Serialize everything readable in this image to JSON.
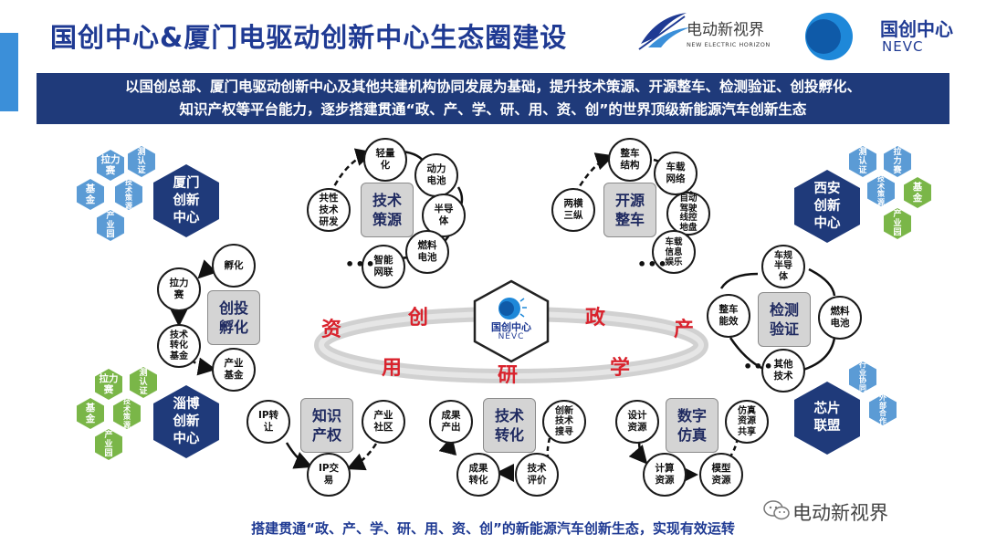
{
  "header": {
    "title": "国创中心&厦门电驱动创新中心生态圈建设",
    "banner_line1": "以国创总部、厦门电驱动创新中心及其他共建机构协同发展为基础，提升技术策源、开源整车、检测验证、创投孵化、",
    "banner_line2": "知识产权等平台能力，逐步搭建贯通“政、产、学、研、用、资、创”的世界顶级新能源汽车创新生态",
    "logo1_text": "电动新视界",
    "logo1_sub": "NEW ELECTRIC HORIZON",
    "logo2_cn": "国创中心",
    "logo2_en": "NEVC"
  },
  "center": {
    "cn": "国创中心",
    "en": "NEVC",
    "ring": {
      "zi": "资",
      "chuang": "创",
      "zheng": "政",
      "chan": "产",
      "yong": "用",
      "yan": "研",
      "xue": "学"
    }
  },
  "platforms": {
    "tech_source": {
      "title": "技术\n策源",
      "items": {
        "light": "轻量\n化",
        "battery": "动力\n电池",
        "semi": "半导\n体",
        "fuel": "燃料\n电池",
        "iot": "智能\n网联",
        "common": "共性\n技术\n研发"
      },
      "more": "•••"
    },
    "open_vehicle": {
      "title": "开源\n整车",
      "items": {
        "structure": "整车\n结构",
        "network": "车载\n网络",
        "autodrive": "自动\n驾驶\n线控\n地盘",
        "info": "车载\n信息\n娱乐",
        "twohoriz": "两横\n三纵"
      },
      "more": "•••"
    },
    "venture": {
      "title": "创投\n孵化",
      "items": {
        "incubate": "孵化",
        "contest": "拉力\n赛",
        "fund_transfer": "技术\n转化\n基金",
        "industry_fund": "产业\n基金"
      }
    },
    "testing": {
      "title": "检测\n验证",
      "items": {
        "semi": "车规\n半导\n体",
        "fuel": "燃料\n电池",
        "other": "其他\n技术",
        "efficiency": "整车\n能效"
      },
      "more": "•••"
    },
    "ip": {
      "title": "知识\n产权",
      "items": {
        "ip_transfer": "IP转\n让",
        "community": "产业\n社区",
        "ip_trade": "IP交\n易"
      }
    },
    "tech_transfer": {
      "title": "技术\n转化",
      "items": {
        "output": "成果\n产出",
        "search": "创新\n技术\n搜寻",
        "evaluate": "技术\n评价",
        "convert": "成果\n转化"
      }
    },
    "digital": {
      "title": "数字\n仿真",
      "items": {
        "design": "设计\n资源",
        "simulation": "仿真\n资源\n共享",
        "model": "模型\n资源",
        "compute": "计算\n资源"
      }
    }
  },
  "clusters": {
    "xiamen": {
      "label": "厦门\n创新\n中心",
      "items": {
        "contest": "拉力\n赛",
        "cert": "测\n认\n证",
        "fund": "基\n金",
        "policy": "技\n术\n策\n源",
        "park": "产\n业\n园"
      }
    },
    "xian": {
      "label": "西安\n创新\n中心",
      "items": {
        "cert": "测\n认\n证",
        "contest": "拉\n力\n赛",
        "policy": "技\n术\n策\n源",
        "fund": "基\n金",
        "park": "产\n业\n园"
      }
    },
    "zibo": {
      "label": "淄博\n创新\n中心",
      "items": {
        "contest": "拉力\n赛",
        "cert": "测\n认\n证",
        "fund": "基\n金",
        "policy": "技\n术\n策\n源",
        "park": "产\n业\n园"
      }
    },
    "chip": {
      "label": "芯片\n联盟",
      "items": {
        "collab": "行\n业\n协\n同",
        "external": "外\n部\n合\n作"
      }
    }
  },
  "footer": {
    "text": "搭建贯通“政、产、学、研、用、资、创”的新能源汽车创新生态，实现有效运转",
    "wechat": "电动新视界"
  },
  "colors": {
    "navy": "#1f3a7a",
    "blue": "#2f6fd6",
    "light_blue": "#5b9bd5",
    "green": "#7ab648",
    "red": "#d9232d"
  }
}
